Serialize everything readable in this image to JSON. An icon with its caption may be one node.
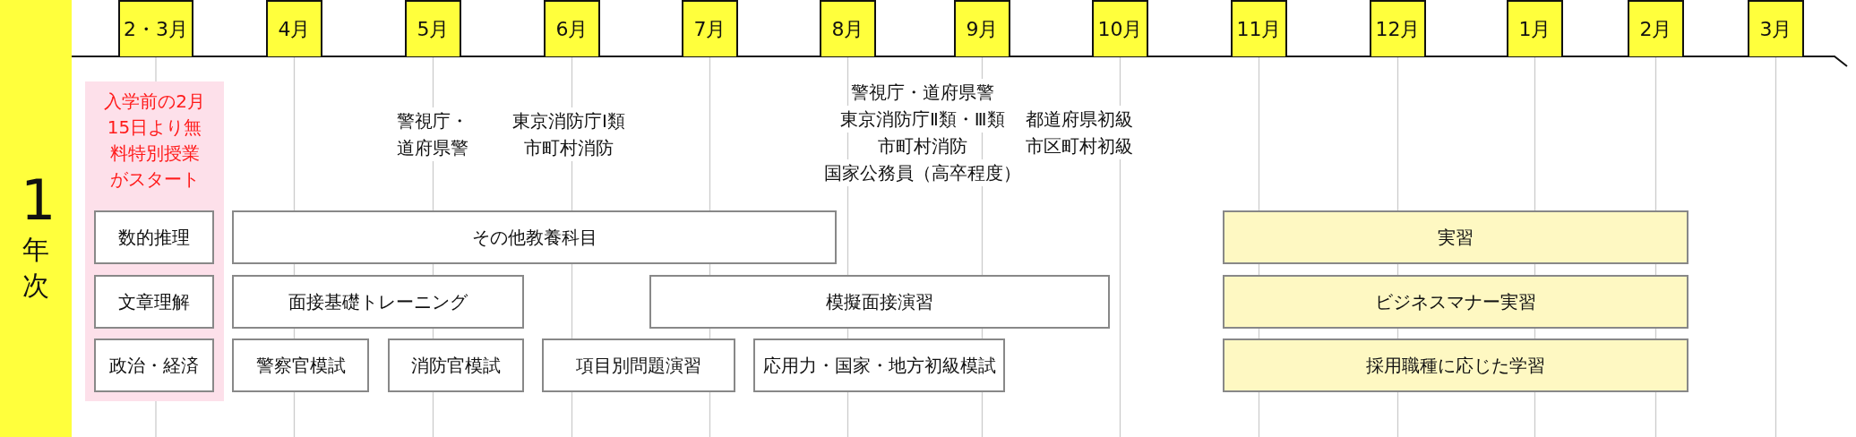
{
  "diagram": {
    "nodes": [
      {
        "text": [
          "1年次"
        ]
      },
      {
        "text": [
          "2・3月"
        ]
      },
      {
        "text": [
          "4月"
        ]
      },
      {
        "text": [
          "5月"
        ]
      },
      {
        "text": [
          "6月"
        ]
      },
      {
        "text": [
          "7月"
        ]
      },
      {
        "text": [
          "8月"
        ]
      },
      {
        "text": [
          "9月"
        ]
      },
      {
        "text": [
          "10月"
        ]
      },
      {
        "text": [
          "11月"
        ]
      },
      {
        "text": [
          "12月"
        ]
      },
      {
        "text": [
          "1月"
        ]
      },
      {
        "text": [
          "2月"
        ]
      },
      {
        "text": [
          "3月"
        ]
      },
      {
        "text": [
          "入学前の2月15日より無料特別授業がスタート"
        ]
      },
      {
        "text": [
          "数的推理"
        ],
        "in": 14
      },
      {
        "text": [
          "その他教養科目"
        ]
      },
      {
        "text": [
          "実習"
        ]
      },
      {
        "text": [
          "文章理解"
        ],
        "in": 14
      },
      {
        "text": [
          "面接基礎トレーニング"
        ]
      },
      {
        "text": [
          "模擬面接演習"
        ]
      },
      {
        "text": [
          "ビジネスマナー実習"
        ]
      },
      {
        "text": [
          "政治・経済"
        ],
        "in": 14
      },
      {
        "text": [
          "警察官模試"
        ]
      },
      {
        "text": [
          "消防官模試"
        ]
      },
      {
        "text": [
          "項目別問題演習"
        ]
      },
      {
        "text": [
          "応用力・国家・地方初級模試"
        ]
      },
      {
        "text": [
          "採用職種に応じた学習"
        ]
      }
    ],
    "edges": [],
    "labels": [
      "警視庁・道府県警",
      "東京消防庁Ⅰ類",
      "市町村消防",
      "警視庁・道府県警",
      "東京消防庁Ⅱ類・Ⅲ類",
      "市町村消防",
      "国家公務員（高卒程度）",
      "都道府県初級",
      "市区町村初級"
    ]
  }
}
